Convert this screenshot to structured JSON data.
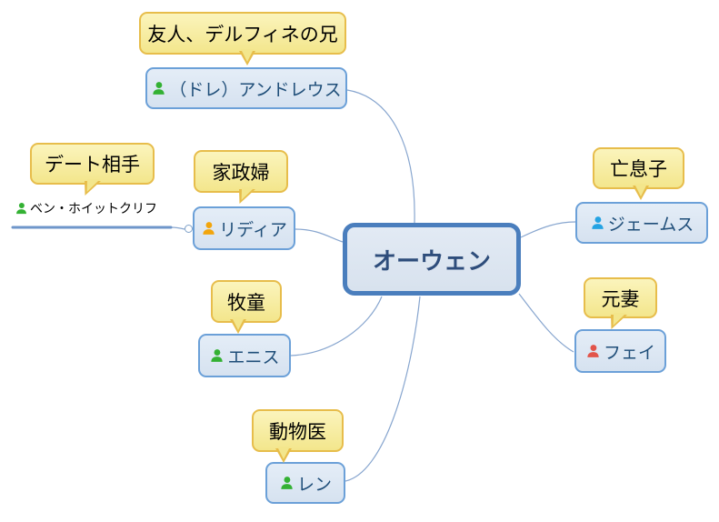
{
  "root": {
    "label": "オーウェン"
  },
  "nodes": {
    "andreus": {
      "label": "（ドレ）アンドレウス",
      "callout": "友人、デルフィネの兄",
      "icon": "person-icon",
      "icon_color": "#33b133"
    },
    "ben": {
      "label": "ベン・ホイットクリフ",
      "callout": "デート相手",
      "icon": "person-icon",
      "icon_color": "#33b133"
    },
    "lydia": {
      "label": "リディア",
      "callout": "家政婦",
      "icon": "person-icon",
      "icon_color": "#f2a50c"
    },
    "ennis": {
      "label": "エニス",
      "callout": "牧童",
      "icon": "person-icon",
      "icon_color": "#33b133"
    },
    "len": {
      "label": "レン",
      "callout": "動物医",
      "icon": "person-icon",
      "icon_color": "#33b133"
    },
    "james": {
      "label": "ジェームス",
      "callout": "亡息子",
      "icon": "person-icon",
      "icon_color": "#24a3e3"
    },
    "fay": {
      "label": "フェイ",
      "callout": "元妻",
      "icon": "person-icon",
      "icon_color": "#e2544a"
    }
  },
  "colors": {
    "background": "#ffffff",
    "node_fill": "#dce7f3",
    "node_border": "#6ba0d8",
    "root_fill": "#dbe4f0",
    "root_border": "#4a7ebd",
    "node_text": "#1f4e79",
    "callout_fill": "#f8eda8",
    "callout_border": "#e7bd4b",
    "callout_text": "#000000",
    "connector": "#88a6cf",
    "ben_underline": "#6e96ca"
  }
}
